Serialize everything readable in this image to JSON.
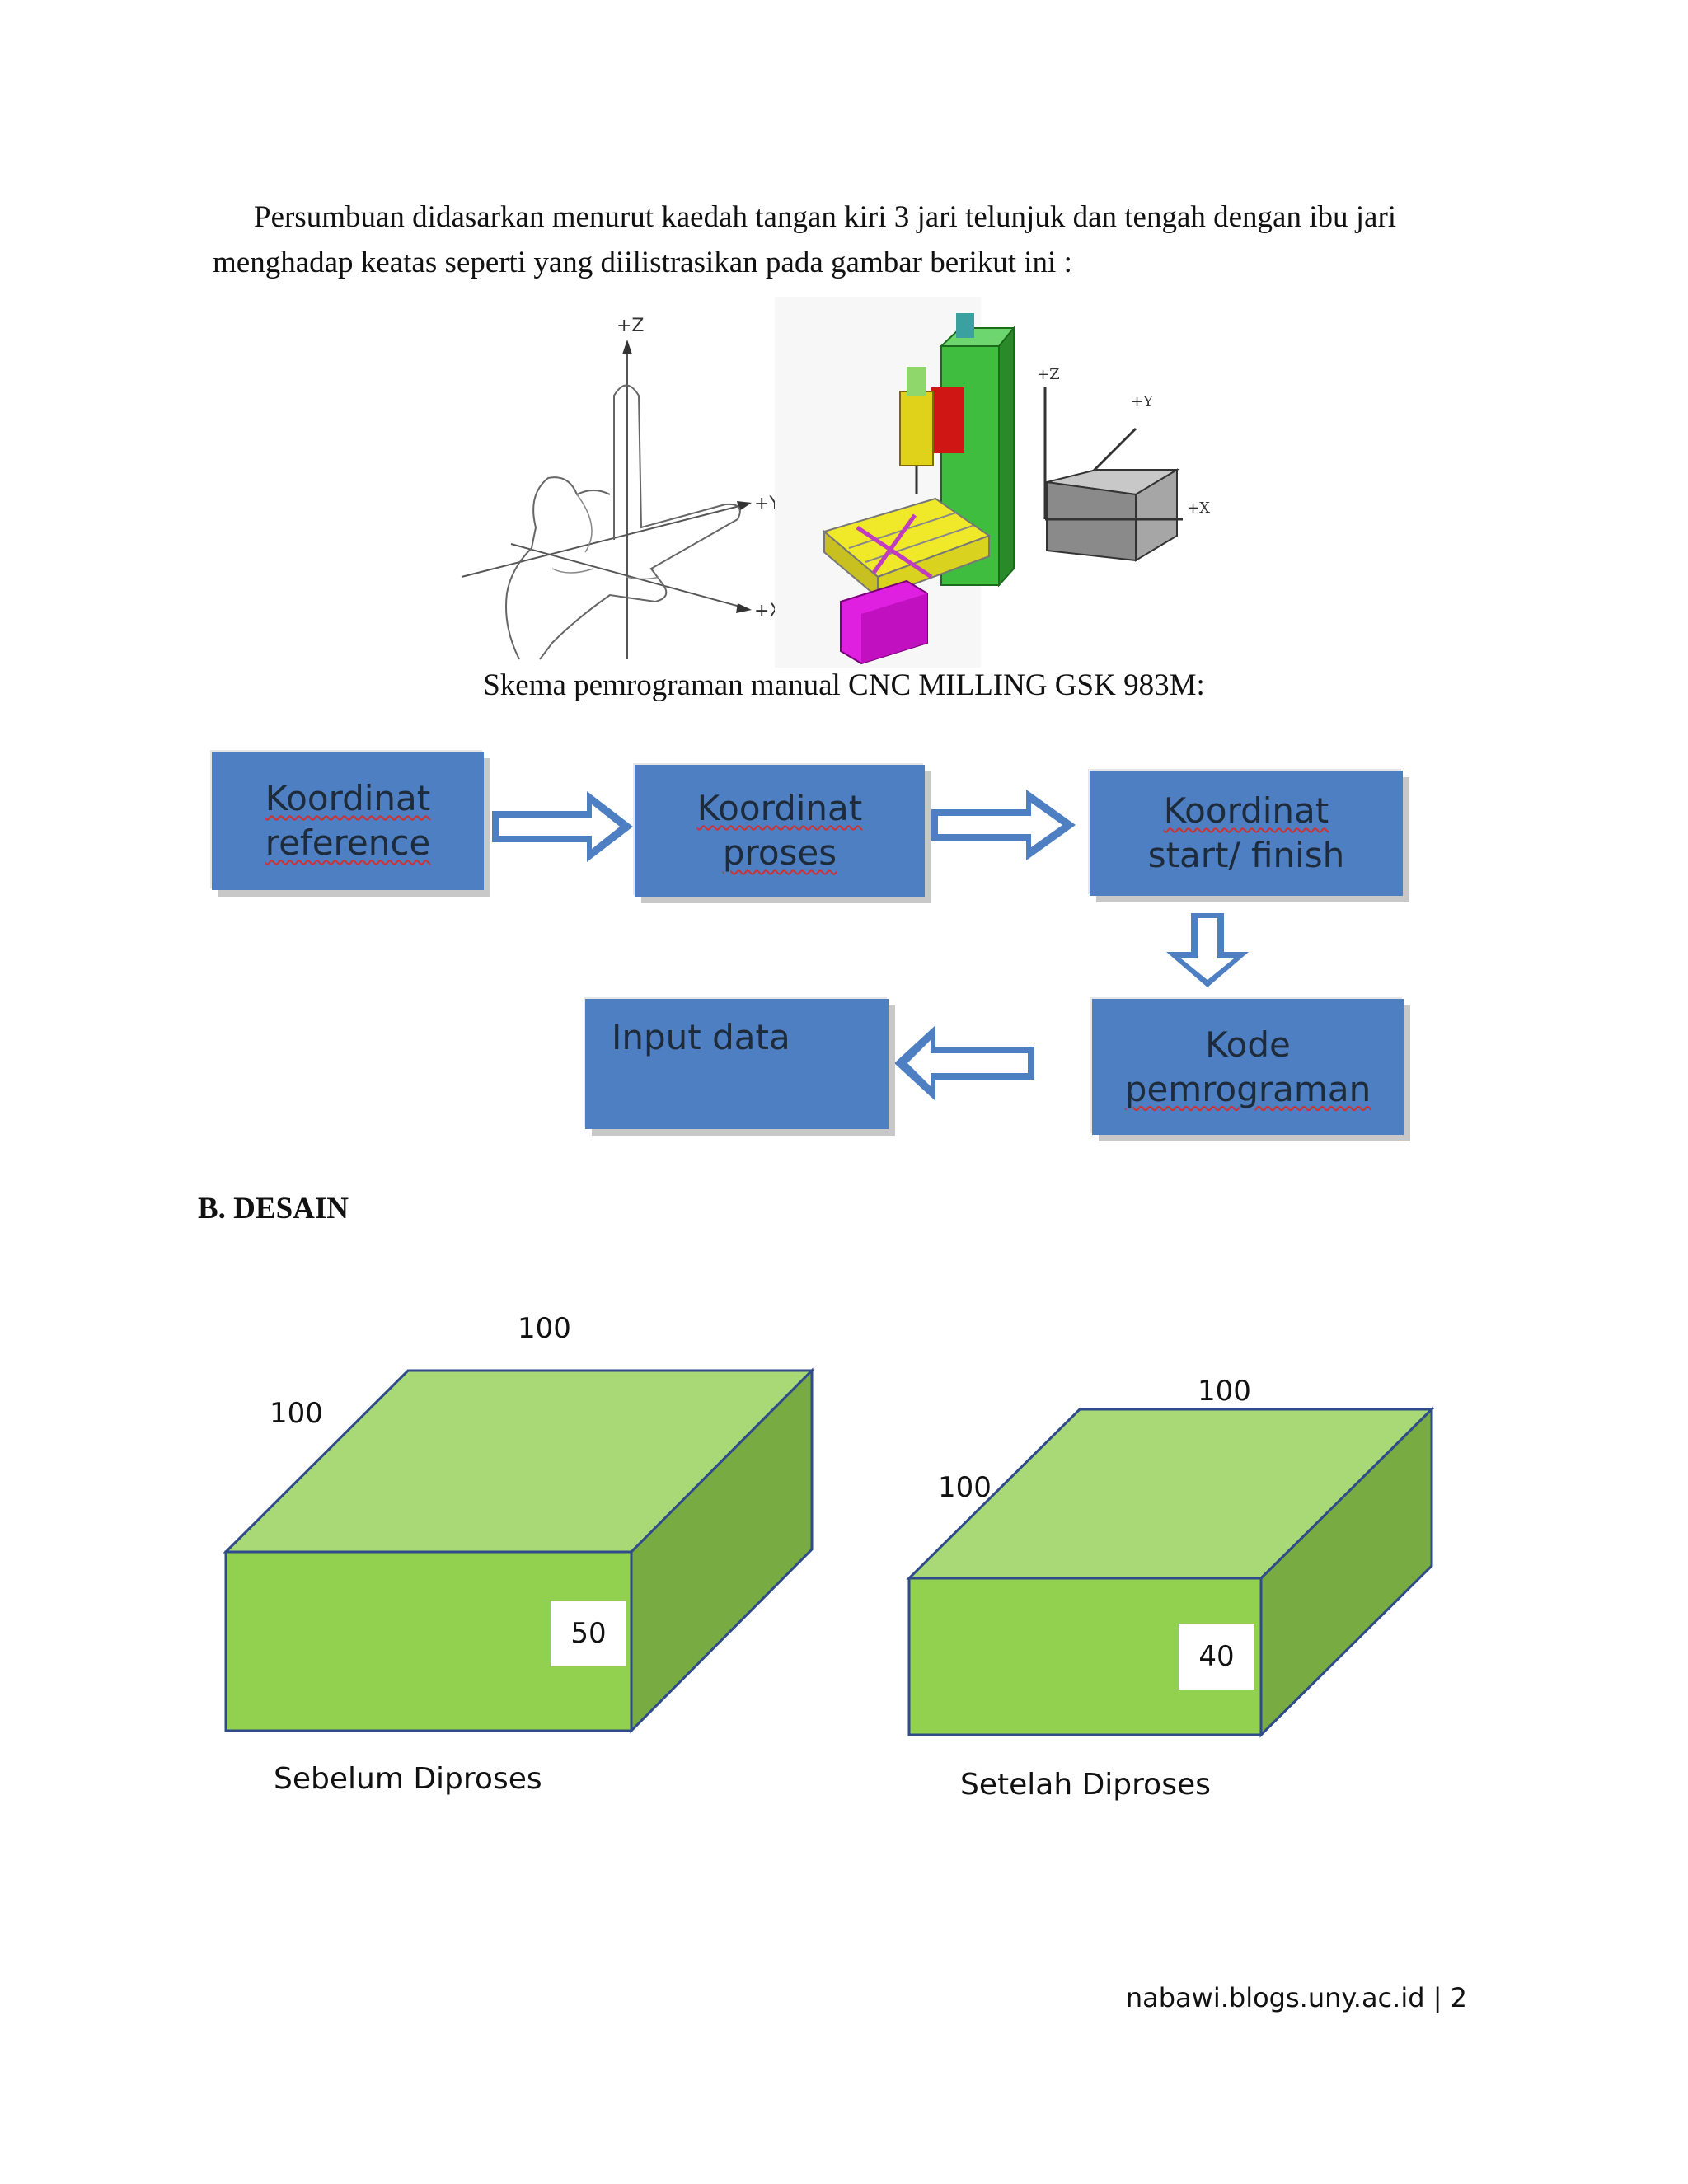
{
  "paragraph": {
    "line1": "Persumbuan didasarkan menurut kaedah tangan kiri 3 jari telunjuk dan tengah dengan ibu jari",
    "line2": "menghadap keatas seperti yang diilistrasikan pada gambar berikut ini :"
  },
  "illustration": {
    "hand_axes": {
      "z": "+Z",
      "y": "+Y",
      "x": "+X"
    },
    "block_axes": {
      "z": "+Z",
      "y": "+Y",
      "x": "+X"
    }
  },
  "caption": "Skema pemrograman manual CNC MILLING GSK 983M:",
  "flow": {
    "box1": [
      "Koordinat",
      "reference"
    ],
    "box2": [
      "Koordinat",
      "proses"
    ],
    "box3": [
      "Koordinat",
      "start/ finish"
    ],
    "box4": [
      "Kode",
      "pemrograman"
    ],
    "box5": "Input data"
  },
  "section_heading": "B. DESAIN",
  "design": {
    "before": {
      "top_label": "100",
      "side_label": "100",
      "height_label": "50",
      "caption": "Sebelum Diproses"
    },
    "after": {
      "top_label": "100",
      "side_label": "100",
      "height_label": "40",
      "caption": "Setelah Diproses"
    }
  },
  "colors": {
    "box_blue": "#4d7fc2",
    "box_green_front": "#92d050",
    "box_green_top": "#a9d977",
    "box_green_side": "#78ab42",
    "outline": "#2f4b8a"
  },
  "footer": "nabawi.blogs.uny.ac.id | 2"
}
